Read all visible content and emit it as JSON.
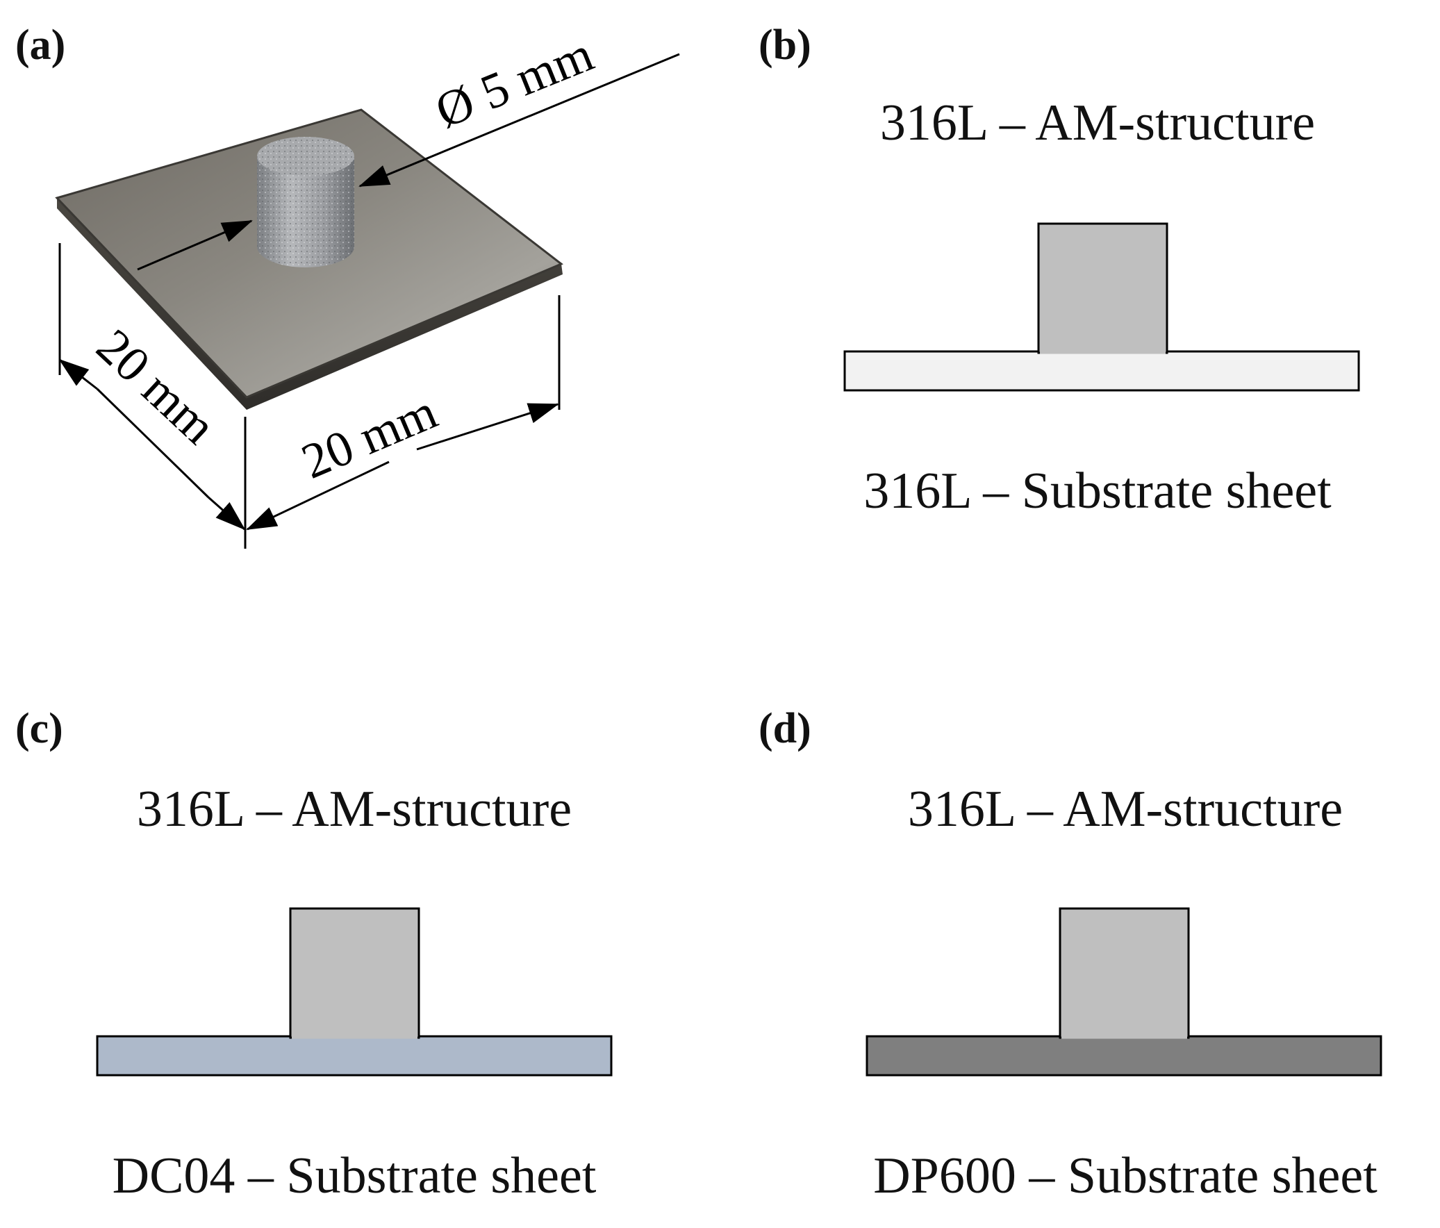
{
  "panels": {
    "a": {
      "label": "(a)",
      "dim_diameter": "Ø 5 mm",
      "dim_depth": "20 mm",
      "dim_width": "20 mm"
    },
    "b": {
      "label": "(b)",
      "top_caption": "316L – AM-structure",
      "bottom_caption": "316L – Substrate sheet",
      "substrate_color": "#f2f2f2"
    },
    "c": {
      "label": "(c)",
      "top_caption": "316L – AM-structure",
      "bottom_caption": "DC04 – Substrate sheet",
      "substrate_color": "#adb9ca"
    },
    "d": {
      "label": "(d)",
      "top_caption": "316L – AM-structure",
      "bottom_caption": "DP600 – Substrate sheet",
      "substrate_color": "#7f7f7f"
    }
  },
  "colors": {
    "am_structure": "#bfbfbf",
    "outline": "#000000"
  }
}
